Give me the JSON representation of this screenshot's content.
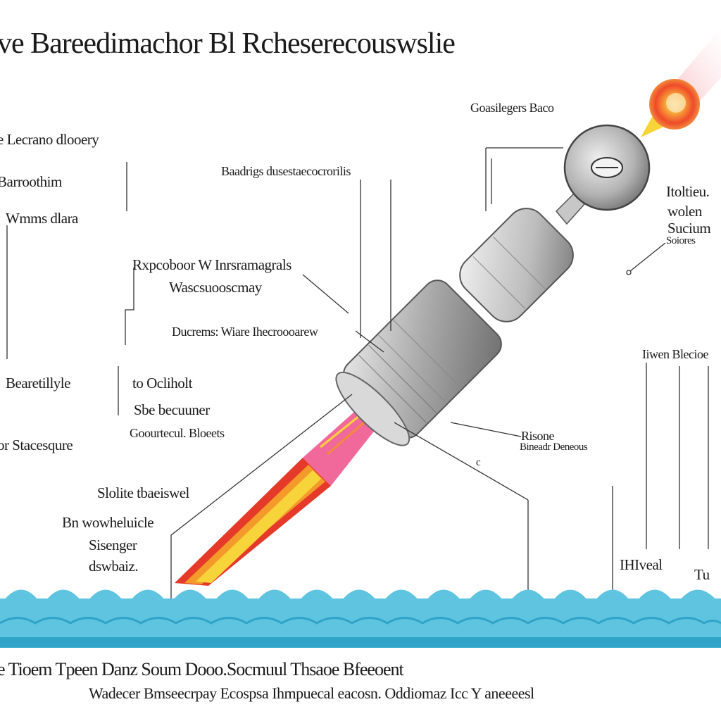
{
  "title": "ve Bareedimachor Bl Rcheserecouswslie",
  "labels": {
    "top_right": "Goasilegers Baco",
    "left_1": "e Lecrano dlooery",
    "left_2": "Barroothim",
    "left_3": "Wmms dlara",
    "center_top": "Baadrigs dusestaecocrorilis",
    "center_1": "Rxpcoboor W Inrsramagrals",
    "center_2": "Wascsuooscmay",
    "center_3": "Ducrems: Wiare Ihecroooarew",
    "right_1": "Itoltieu.",
    "right_2": "wolen",
    "right_3": "Sucium",
    "right_4": "Soiores",
    "left_4": "Bearetillyle",
    "left_5": "to Ocliholt",
    "left_6": "Sbe becuuner",
    "left_7": "Goourtecul. Bloeets",
    "left_8": "or Stacesqure",
    "left_9": "Slolite tbaeiswel",
    "left_10": "Bn wowheluicle",
    "left_11": "Sisenger",
    "left_12": "dswbaiz.",
    "mid_right_1": "Risone",
    "mid_right_2": "Bineadr Deneous",
    "far_right": "Iiwen Blecioe",
    "wave_label": "IHIveal",
    "wave_label_2": "Tu",
    "c_mark": "c"
  },
  "footer": {
    "line1": "e Tioem Tpeen Danz Soum Dooo.Socmuul Thsaoe Bfeeoent",
    "line2": "Wadecer Bmseecrpay  Ecospsa  Ihmpuecal  eacosn.  Oddiomaz  Icc  Y  aneeeesl"
  },
  "colors": {
    "water_light": "#5ec4e0",
    "water_dark": "#2fa3c8",
    "flame_red": "#e53a2a",
    "flame_orange": "#f39a2b",
    "flame_yellow": "#f7d43a",
    "flame_pink": "#ee4f8a",
    "steel": "#9a9a9a"
  }
}
